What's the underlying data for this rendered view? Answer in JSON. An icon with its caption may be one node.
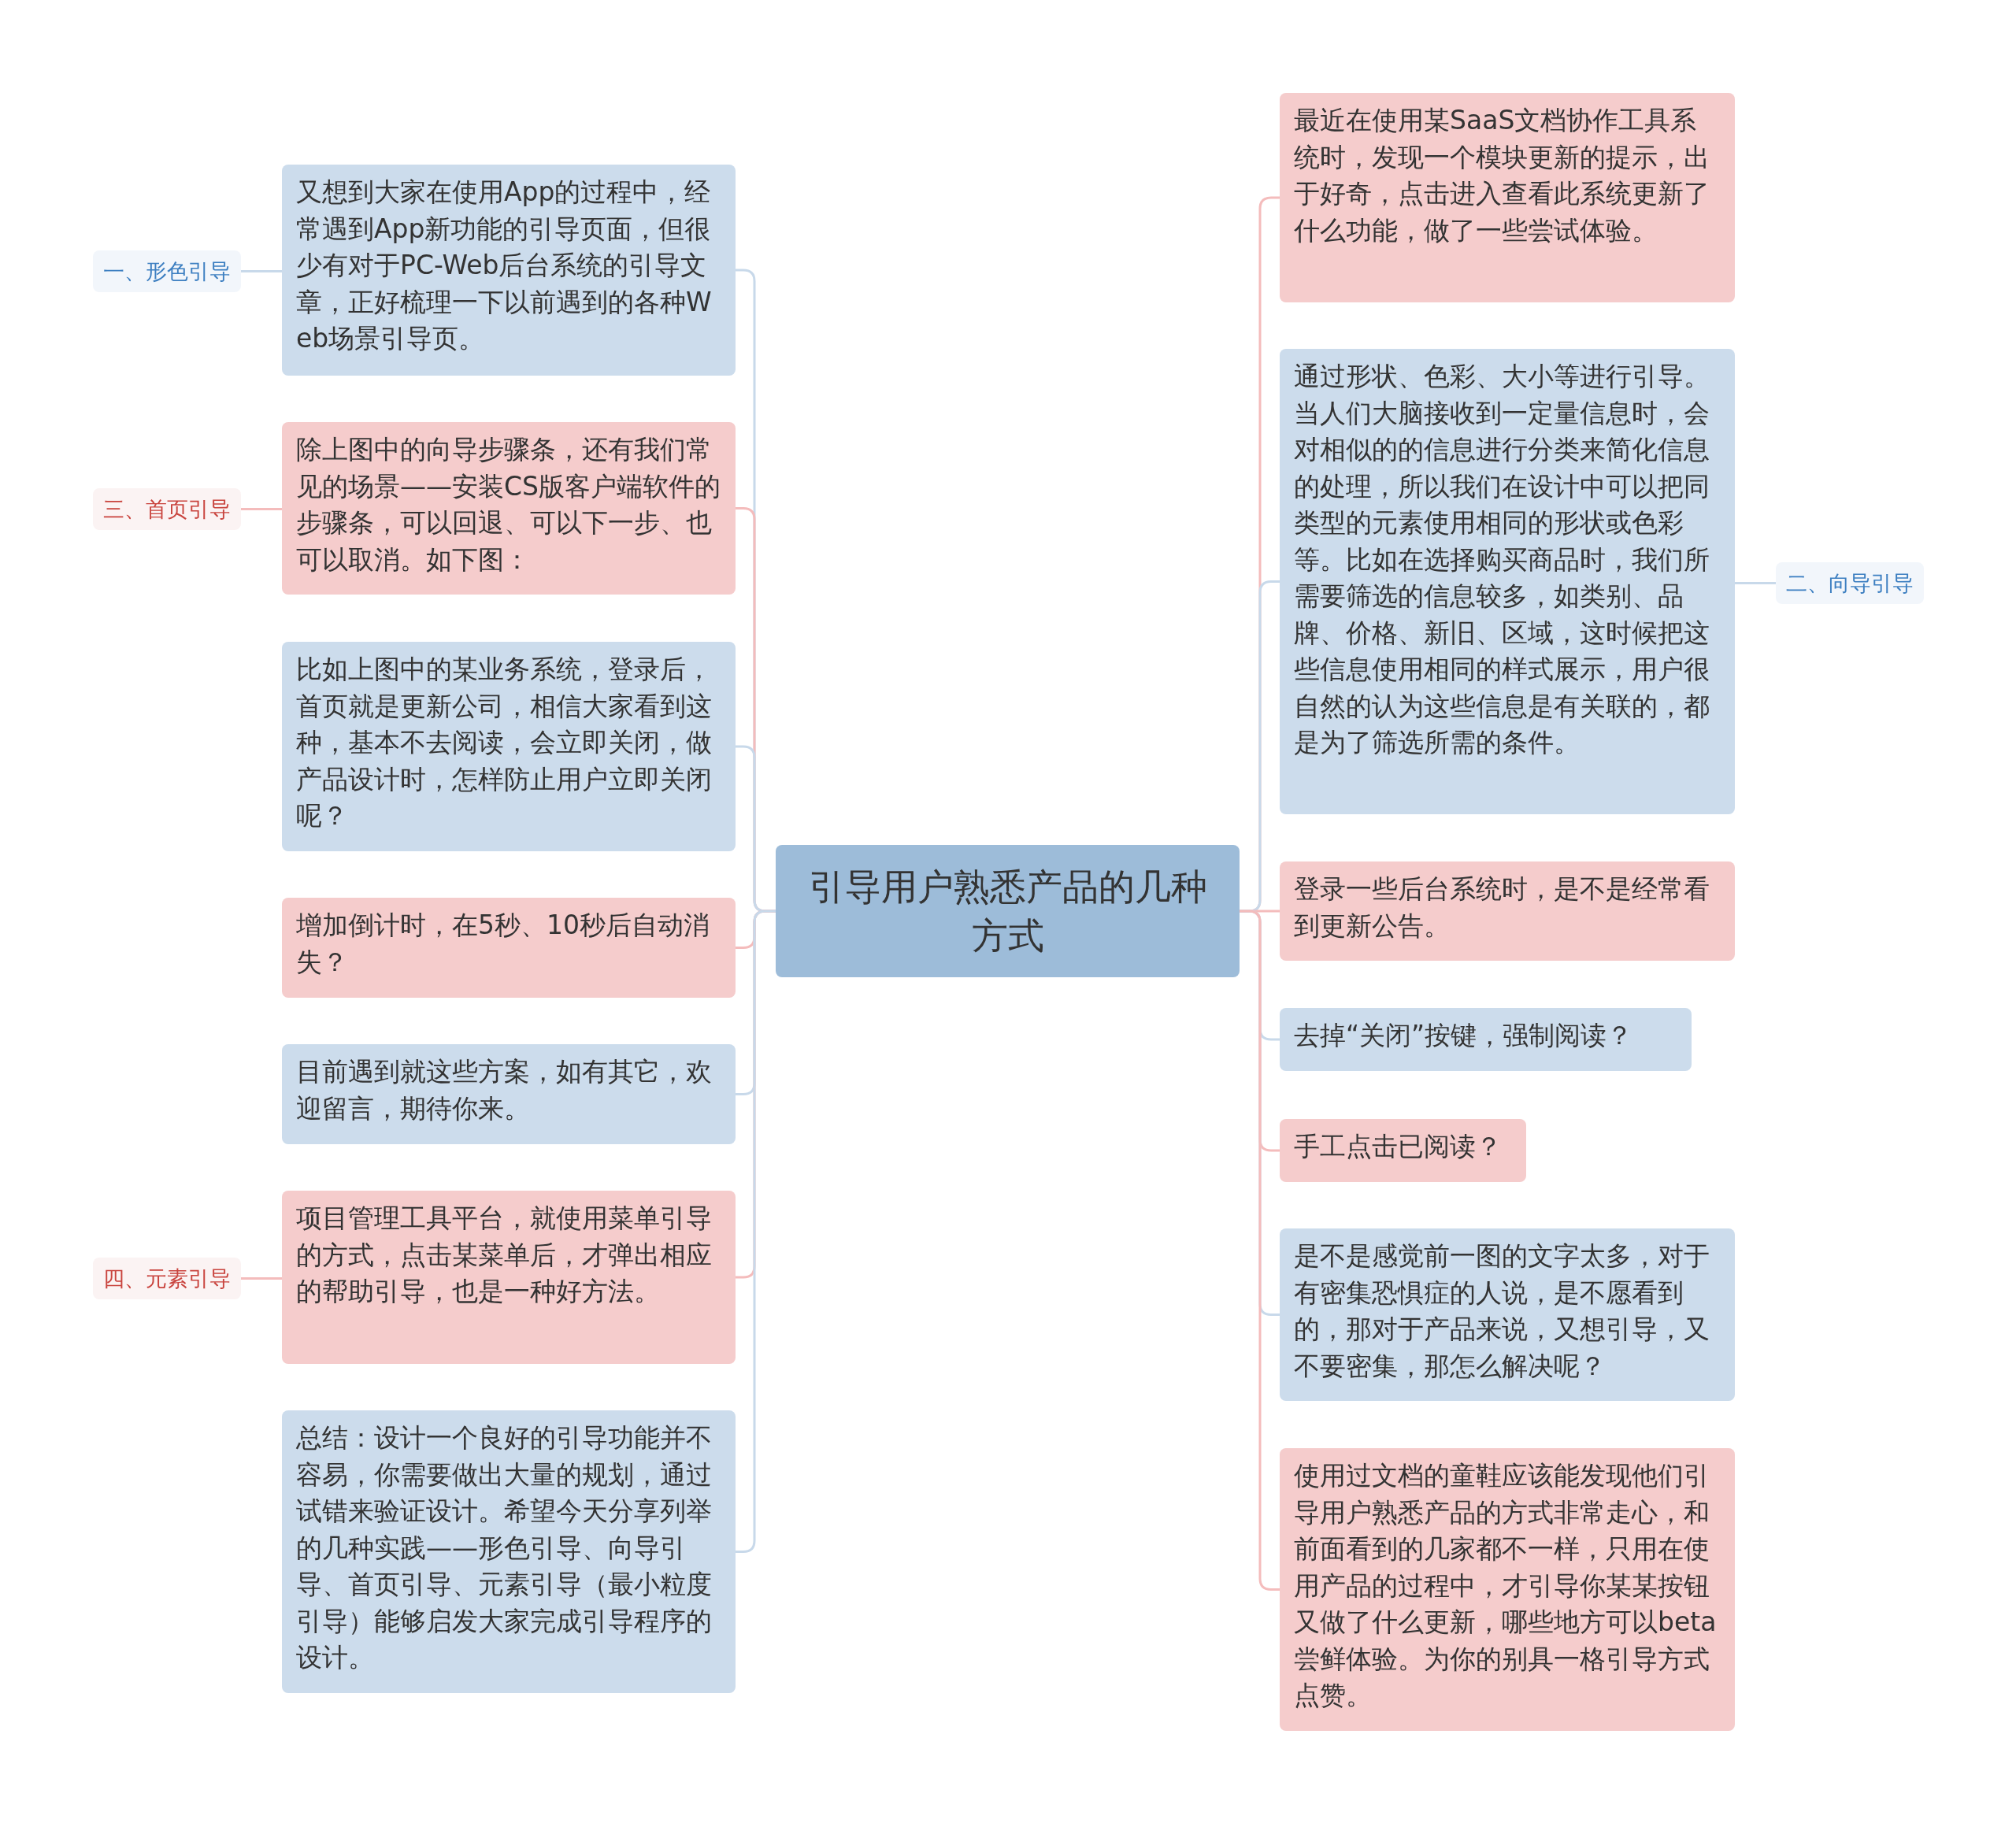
{
  "diagram": {
    "nodes": [
      {
        "text": [
          "引导用户熟悉产品的几种方式"
        ]
      },
      {
        "text": [
          "又想到大家在使用App的过程中，经常遇到App新功能的引导页面，但很少有对于PC-Web后台系统的引导文章，正好梳理一下以前遇到的各种Web场景引导页。"
        ]
      },
      {
        "text": [
          "除上图中的向导步骤条，还有我们常见的场景——安装CS版客户端软件的步骤条，可以回退、可以下一步、也可以取消。如下图："
        ]
      },
      {
        "text": [
          "比如上图中的某业务系统，登录后，首页就是更新公司，相信大家看到这种，基本不去阅读，会立即关闭，做产品设计时，怎样防止用户立即关闭呢？"
        ]
      },
      {
        "text": [
          "增加倒计时，在5秒、10秒后自动消失？"
        ]
      },
      {
        "text": [
          "目前遇到就这些方案，如有其它，欢迎留言，期待你来。"
        ]
      },
      {
        "text": [
          "项目管理工具平台，就使用菜单引导的方式，点击某菜单后，才弹出相应的帮助引导，也是一种好方法。"
        ]
      },
      {
        "text": [
          "总结：设计一个良好的引导功能并不容易，你需要做出大量的规划，通过试错来验证设计。希望今天分享列举的几种实践——形色引导、向导引导、首页引导、元素引导（最小粒度引导）能够启发大家完成引导程序的设计。"
        ]
      },
      {
        "text": [
          "最近在使用某SaaS文档协作工具系统时，发现一个模块更新的提示，出于好奇，点击进入查看此系统更新了什么功能，做了一些尝试体验。"
        ]
      },
      {
        "text": [
          "通过形状、色彩、大小等进行引导。当人们大脑接收到一定量信息时，会对相似的的信息进行分类来简化信息的处理，所以我们在设计中可以把同类型的元素使用相同的形状或色彩等。比如在选择购买商品时，我们所需要筛选的信息较多，如类别、品牌、价格、新旧、区域，这时候把这些信息使用相同的样式展示，用户很自然的认为这些信息是有关联的，都是为了筛选所需的条件。"
        ]
      },
      {
        "text": [
          "登录一些后台系统时，是不是经常看到更新公告。"
        ]
      },
      {
        "text": [
          "去掉“关闭”按键，强制阅读？"
        ]
      },
      {
        "text": [
          "手工点击已阅读？"
        ]
      },
      {
        "text": [
          "是不是感觉前一图的文字太多，对于有密集恐惧症的人说，是不愿看到的，那对于产品来说，又想引导，又不要密集，那怎么解决呢？"
        ]
      },
      {
        "text": [
          "使用过文档的童鞋应该能发现他们引导用户熟悉产品的方式非常走心，和前面看到的几家都不一样，只用在使用产品的过程中，才引导你某某按钮又做了什么更新，哪些地方可以beta尝鲜体验。为你的别具一格引导方式点赞。"
        ]
      },
      {
        "text": [
          "一、形色引导"
        ]
      },
      {
        "text": [
          "三、首页引导"
        ]
      },
      {
        "text": [
          "四、元素引导"
        ]
      },
      {
        "text": [
          "二、向导引导"
        ]
      }
    ],
    "edges": [
      {
        "from": 0,
        "to": 1,
        "arrow": "none"
      },
      {
        "from": 0,
        "to": 2,
        "arrow": "none",
        "color": "#f4bcbc"
      },
      {
        "from": 0,
        "to": 3,
        "arrow": "none"
      },
      {
        "from": 0,
        "to": 4,
        "arrow": "none",
        "color": "#f4bcbc"
      },
      {
        "from": 0,
        "to": 5,
        "arrow": "none"
      },
      {
        "from": 0,
        "to": 6,
        "arrow": "none",
        "color": "#f4bcbc"
      },
      {
        "from": 0,
        "to": 7,
        "arrow": "none"
      },
      {
        "from": 0,
        "to": 8,
        "arrow": "none",
        "color": "#f4bcbc"
      },
      {
        "from": 0,
        "to": 9,
        "arrow": "none"
      },
      {
        "from": 0,
        "to": 10,
        "arrow": "none",
        "color": "#f4bcbc"
      },
      {
        "from": 0,
        "to": 11,
        "arrow": "none"
      },
      {
        "from": 0,
        "to": 12,
        "arrow": "none",
        "color": "#f4bcbc"
      },
      {
        "from": 0,
        "to": 13,
        "arrow": "none"
      },
      {
        "from": 0,
        "to": 14,
        "arrow": "none",
        "color": "#f4bcbc"
      },
      {
        "from": 1,
        "to": 15,
        "arrow": "none"
      },
      {
        "from": 2,
        "to": 16,
        "arrow": "none",
        "color": "#f4bcbc"
      },
      {
        "from": 6,
        "to": 17,
        "arrow": "none",
        "color": "#f4bcbc"
      },
      {
        "from": 9,
        "to": 18,
        "arrow": "none"
      }
    ]
  }
}
